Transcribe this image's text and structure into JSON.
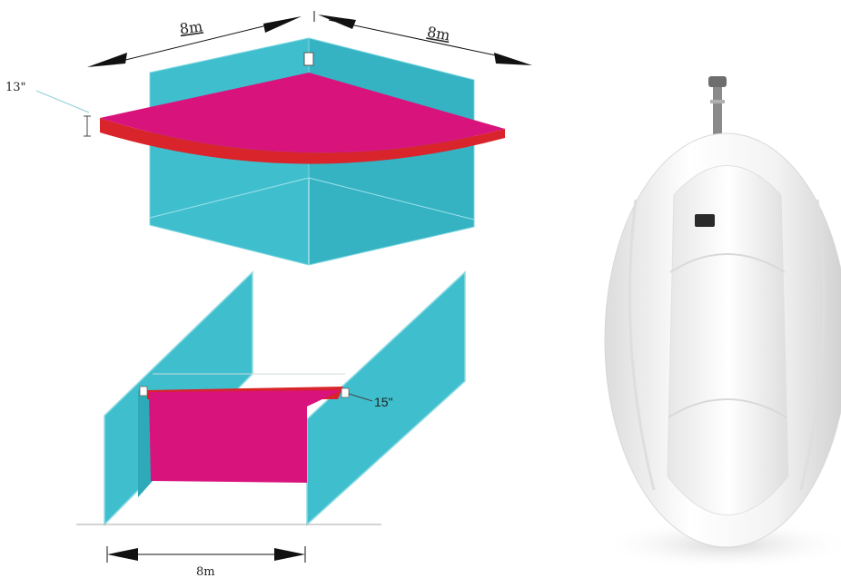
{
  "corner_diagram": {
    "width_left_label": "8m",
    "width_right_label": "8m",
    "angle_label": "13\""
  },
  "curtain_diagram": {
    "angle_label": "15\"",
    "width_label": "8m"
  },
  "product": {
    "icon": "pir-motion-detector-icon"
  },
  "colors": {
    "wall": "#3fbfce",
    "wall_dark": "#2ea9b8",
    "zone": "#d9137c",
    "zone_edge": "#d8242a",
    "device": "#f4f4f4"
  }
}
